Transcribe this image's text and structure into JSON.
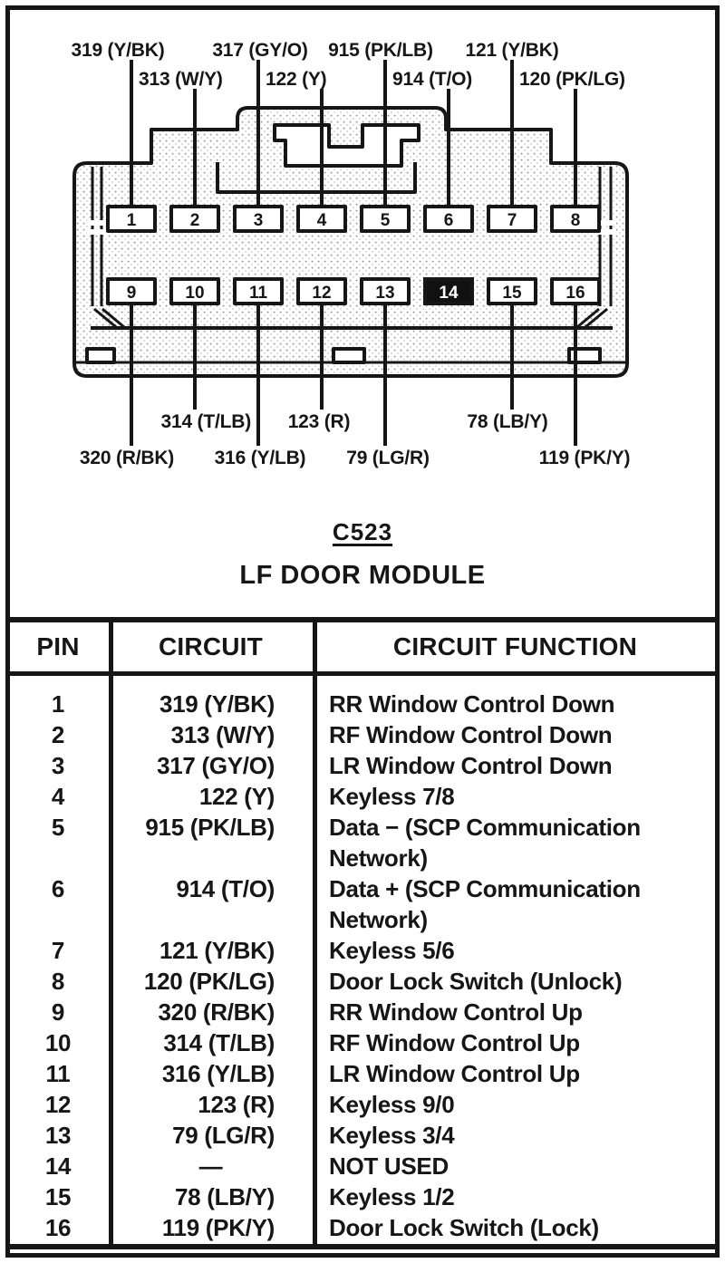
{
  "title": {
    "connector_id": "C523",
    "connector_name": "LF DOOR MODULE"
  },
  "diagram": {
    "top_labels_row1": [
      "319 (Y/BK)",
      "317 (GY/O)",
      "915 (PK/LB)",
      "121 (Y/BK)"
    ],
    "top_labels_row2": [
      "313 (W/Y)",
      "122 (Y)",
      "914 (T/O)",
      "120 (PK/LG)"
    ],
    "bottom_labels_row1": [
      "314 (T/LB)",
      "123 (R)",
      "78 (LB/Y)"
    ],
    "bottom_labels_row2": [
      "320 (R/BK)",
      "316 (Y/LB)",
      "79 (LG/R)",
      "119 (PK/Y)"
    ],
    "pins": [
      "1",
      "2",
      "3",
      "4",
      "5",
      "6",
      "7",
      "8",
      "9",
      "10",
      "11",
      "12",
      "13",
      "14",
      "15",
      "16"
    ],
    "not_used_pin": "14"
  },
  "table": {
    "headers": [
      "PIN",
      "CIRCUIT",
      "CIRCUIT FUNCTION"
    ],
    "rows": [
      {
        "pin": "1",
        "circuit": "319 (Y/BK)",
        "function_lines": [
          "RR Window Control Down"
        ]
      },
      {
        "pin": "2",
        "circuit": "313 (W/Y)",
        "function_lines": [
          "RF Window Control Down"
        ]
      },
      {
        "pin": "3",
        "circuit": "317 (GY/O)",
        "function_lines": [
          "LR Window Control Down"
        ]
      },
      {
        "pin": "4",
        "circuit": "122 (Y)",
        "function_lines": [
          "Keyless 7/8"
        ]
      },
      {
        "pin": "5",
        "circuit": "915 (PK/LB)",
        "function_lines": [
          "Data − (SCP Communication",
          "Network)"
        ]
      },
      {
        "pin": "6",
        "circuit": "914 (T/O)",
        "function_lines": [
          "Data + (SCP Communication",
          "Network)"
        ]
      },
      {
        "pin": "7",
        "circuit": "121 (Y/BK)",
        "function_lines": [
          "Keyless 5/6"
        ]
      },
      {
        "pin": "8",
        "circuit": "120 (PK/LG)",
        "function_lines": [
          "Door Lock Switch (Unlock)"
        ]
      },
      {
        "pin": "9",
        "circuit": "320 (R/BK)",
        "function_lines": [
          "RR Window Control Up"
        ]
      },
      {
        "pin": "10",
        "circuit": "314 (T/LB)",
        "function_lines": [
          "RF Window Control Up"
        ]
      },
      {
        "pin": "11",
        "circuit": "316 (Y/LB)",
        "function_lines": [
          "LR Window Control Up"
        ]
      },
      {
        "pin": "12",
        "circuit": "123 (R)",
        "function_lines": [
          "Keyless 9/0"
        ]
      },
      {
        "pin": "13",
        "circuit": "79 (LG/R)",
        "function_lines": [
          "Keyless 3/4"
        ]
      },
      {
        "pin": "14",
        "circuit": "—",
        "function_lines": [
          "NOT USED"
        ]
      },
      {
        "pin": "15",
        "circuit": "78 (LB/Y)",
        "function_lines": [
          "Keyless 1/2"
        ]
      },
      {
        "pin": "16",
        "circuit": "119 (PK/Y)",
        "function_lines": [
          "Door Lock Switch (Lock)"
        ]
      }
    ]
  },
  "colors": {
    "ink": "#161616",
    "paper": "#ffffff",
    "stipple": "#a0a0a0",
    "not_used_pin_fill": "#111111"
  }
}
